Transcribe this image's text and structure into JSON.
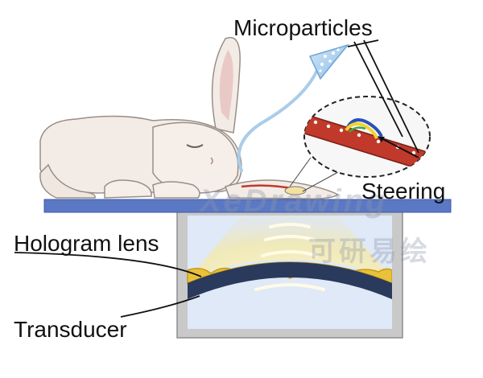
{
  "labels": {
    "microparticles": "Microparticles",
    "steering": "Steering",
    "hologram_lens": "Hologram lens",
    "transducer": "Transducer"
  },
  "watermark": {
    "latin": "XeDrawing",
    "chinese": "可研易绘"
  },
  "colors": {
    "table": "#5b78c4",
    "tank_frame": "#c8c8c8",
    "water": "#dfe9f7",
    "lens": "#e9c13a",
    "transducer": "#2a3a5c",
    "vessel": "#c0392b",
    "syringe": "#a9cdea"
  }
}
